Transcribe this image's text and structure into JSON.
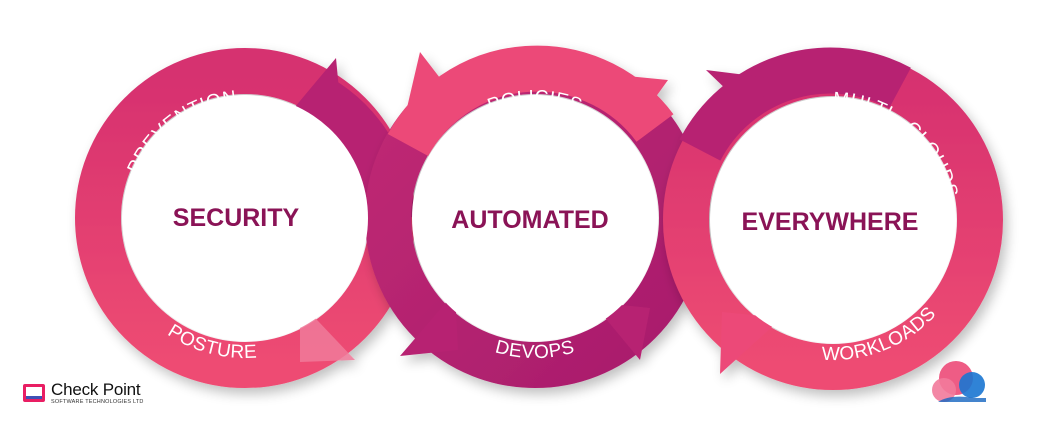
{
  "diagram": {
    "rings": [
      {
        "center_label": "SECURITY",
        "top_label": "PREVENTION",
        "bottom_label": "POSTURE"
      },
      {
        "center_label": "AUTOMATED",
        "top_label": "POLICIES",
        "bottom_label": "DEVOPS"
      },
      {
        "center_label": "EVERYWHERE",
        "top_label": "MULTI - CLOUDS",
        "bottom_label": "WORKLOADS"
      }
    ],
    "colors": {
      "pink": "#ec4a78",
      "magenta": "#b72372",
      "text_dark": "#8a1356",
      "arc_text": "#ffffff"
    }
  },
  "logo": {
    "brand": "Check Point",
    "subtitle": "SOFTWARE TECHNOLOGIES LTD"
  },
  "icons": {
    "logo_mark": "checkpoint-logo-icon",
    "cloud": "cloud-overlap-icon"
  }
}
